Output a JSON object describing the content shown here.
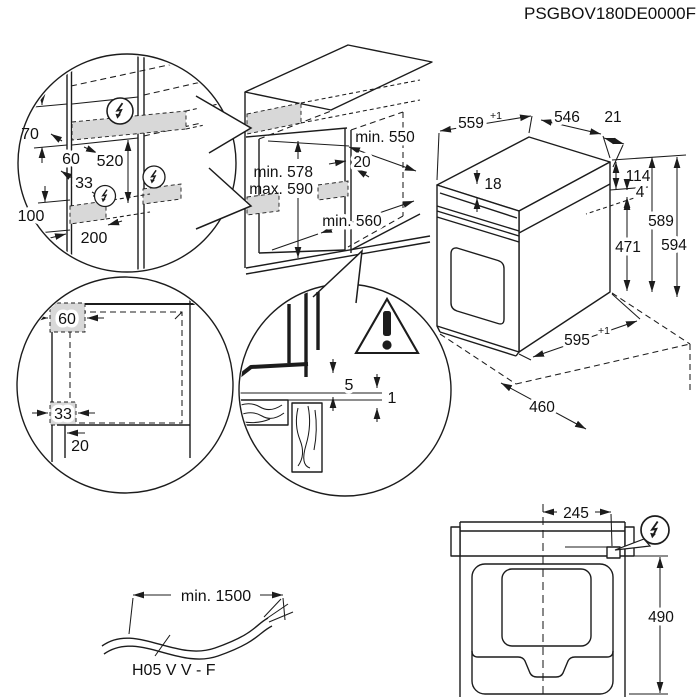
{
  "title": "PSGBOV180DE0000F",
  "colors": {
    "line": "#1c1c1c",
    "shade": "#d8d8d8",
    "background": "#ffffff"
  },
  "detail_cabinet_side": {
    "label_70": "70",
    "label_60": "60",
    "label_520": "520",
    "label_33": "33",
    "label_100": "100",
    "label_200": "200"
  },
  "niche": {
    "min_width": "min. 550",
    "side_clearance": "20",
    "min_height": "min. 578",
    "max_height": "max. 590",
    "min_depth": "min. 560"
  },
  "oven": {
    "top_width": "559",
    "top_width_tol": "+1",
    "top_depth": "546",
    "rear_offset": "21",
    "top_edge": "18",
    "head_height": "114",
    "gap": "4",
    "door_height": "471",
    "height_a": "589",
    "height_b": "594",
    "front_width": "595",
    "front_width_tol": "+1",
    "base_depth": "460"
  },
  "niche_front_detail": {
    "label_60": "60",
    "label_33": "33",
    "label_20": "20"
  },
  "gap_detail": {
    "top_gap": "5",
    "bottom_gap": "1"
  },
  "mains_cable": {
    "min_length": "min. 1500",
    "cable_type": "H05 V V - F"
  },
  "top_view": {
    "terminal_offset": "245",
    "depth": "490"
  },
  "icons": {
    "power": "lightning-bolt",
    "warning": "exclamation-triangle"
  }
}
